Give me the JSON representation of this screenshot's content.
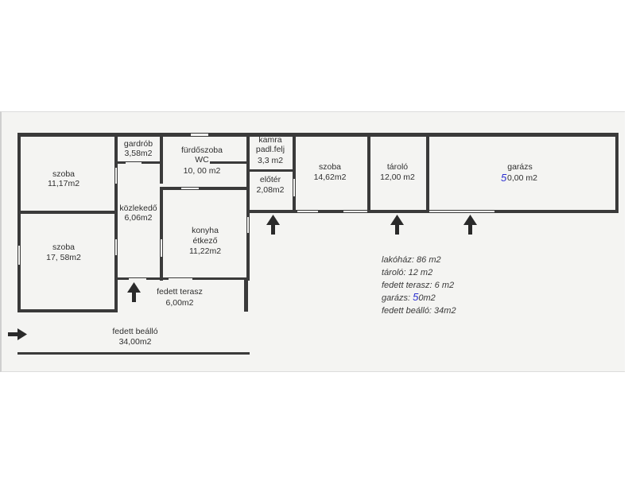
{
  "rooms": {
    "szoba1": {
      "name": "szoba",
      "area": "11,17m2"
    },
    "szoba2": {
      "name": "szoba",
      "area": "17, 58m2"
    },
    "gardrob": {
      "name": "gardrób",
      "area": "3,58m2"
    },
    "furdo": {
      "name": "fürdőszoba",
      "sub": "WC",
      "area": "10, 00 m2"
    },
    "kamra": {
      "name": "kamra",
      "sub": "padl.felj",
      "area": "3,3 m2"
    },
    "eloter": {
      "name": "előtér",
      "area": "2,08m2"
    },
    "kozleked": {
      "name": "közlekedő",
      "area": "6,06m2"
    },
    "konyha": {
      "name": "konyha",
      "sub": "étkező",
      "area": "11,22m2"
    },
    "szoba3": {
      "name": "szoba",
      "area": "14,62m2"
    },
    "tarolo": {
      "name": "tároló",
      "area": "12,00 m2"
    },
    "garazs": {
      "name": "garázs",
      "area": "0,00 m2",
      "correction": "5"
    },
    "terasz": {
      "name": "fedett terasz",
      "area": "6,00m2"
    },
    "bealló": {
      "name": "fedett beálló",
      "area": "34,00m2"
    }
  },
  "summary": {
    "line1": "lakóház: 86 m2",
    "line2": "tároló:  12 m2",
    "line3": "fedett terasz: 6 m2",
    "line4a": "garázs: ",
    "line4b": "0m2",
    "line4_correction": "5",
    "line5": "fedett beálló: 34m2"
  }
}
